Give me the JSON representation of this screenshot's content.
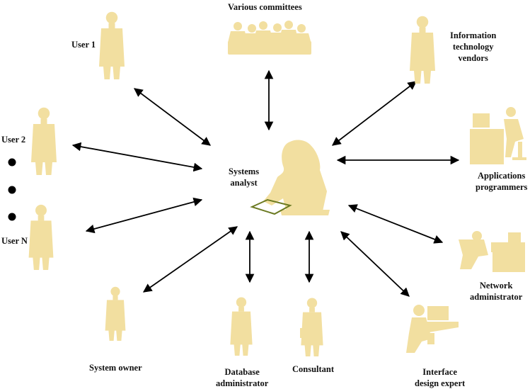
{
  "colors": {
    "figure": "#f2dfa0",
    "arrow": "#000000",
    "text": "#111111",
    "clipboard": "#6b7a22",
    "dot": "#000000"
  },
  "labels": {
    "committees": "Various committees",
    "user1": "User 1",
    "user2": "User 2",
    "userN": "User N",
    "it_vendors": [
      "Information",
      "technology",
      "vendors"
    ],
    "app_programmers": [
      "Applications",
      "programmers"
    ],
    "systems_analyst": [
      "Systems",
      "analyst"
    ],
    "network_admin": [
      "Network",
      "administrator"
    ],
    "interface_expert": [
      "Interface",
      "design expert"
    ],
    "consultant": "Consultant",
    "db_admin": [
      "Database",
      "administrator"
    ],
    "system_owner": "System owner"
  },
  "icons": [
    "person-silhouette-icon",
    "group-silhouette-icon",
    "computer-workstation-icon",
    "clipboard-icon"
  ]
}
